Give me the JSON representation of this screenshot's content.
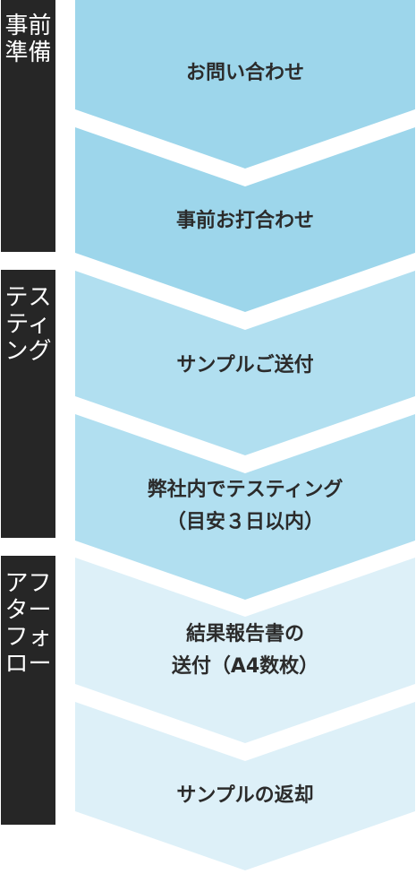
{
  "phases": [
    {
      "label": "事前準備"
    },
    {
      "label": "テスティング"
    },
    {
      "label": "アフターフォロー"
    }
  ],
  "steps": [
    {
      "label": "お問い合わせ",
      "color": "#9dd6eb"
    },
    {
      "label": "事前お打合わせ",
      "color": "#9dd6eb"
    },
    {
      "label": "サンプルご送付",
      "color": "#b1dff0"
    },
    {
      "label": "弊社内でテスティング\n（目安３日以内）",
      "color": "#b1dff0"
    },
    {
      "label": "結果報告書の\n送付（A4数枚）",
      "color": "#ddf0f8"
    },
    {
      "label": "サンプルの返却",
      "color": "#ddf0f8"
    }
  ]
}
